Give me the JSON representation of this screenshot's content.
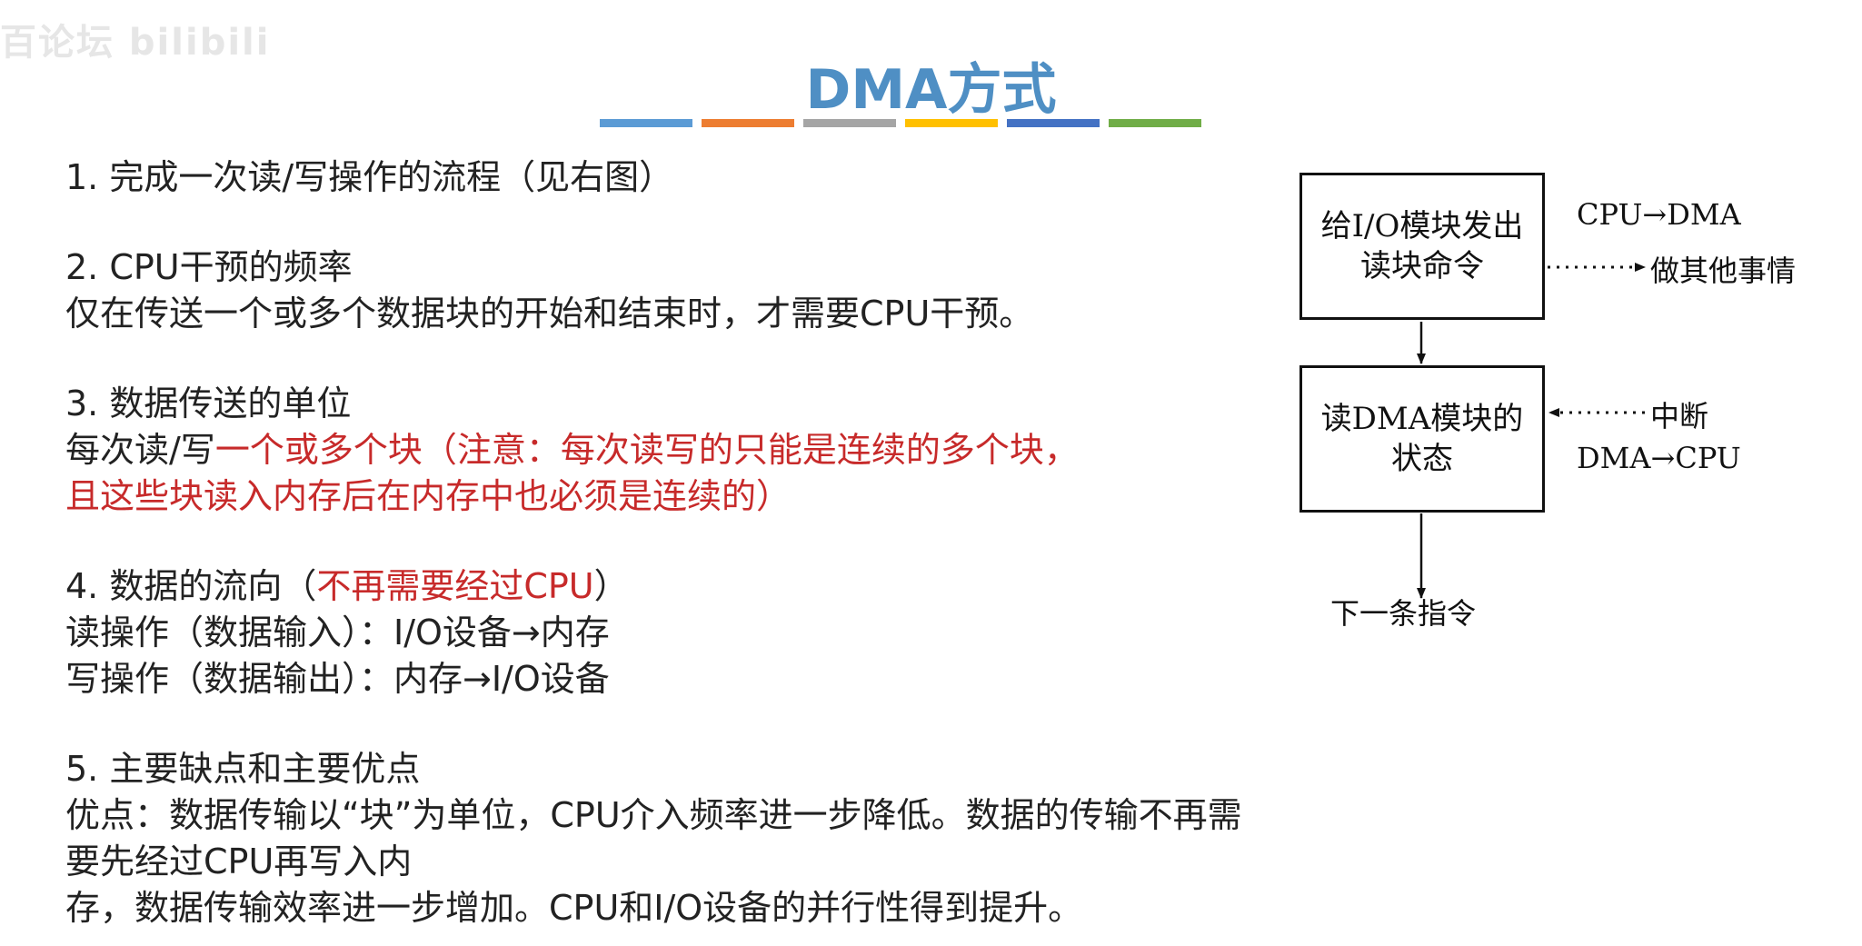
{
  "watermark": "百论坛 bilibili",
  "title": "DMA方式",
  "stripe_colors": [
    "#5b9bd5",
    "#ed7d31",
    "#a5a5a5",
    "#ffc000",
    "#4472c4",
    "#70ad47"
  ],
  "sections": {
    "s1": {
      "heading": "1. 完成一次读/写操作的流程（见右图）"
    },
    "s2": {
      "heading": "2. CPU干预的频率",
      "body": "仅在传送一个或多个数据块的开始和结束时，才需要CPU干预。"
    },
    "s3": {
      "heading": "3. 数据传送的单位",
      "body_prefix": "每次读/写",
      "body_red_1": "一个或多个块（注意：每次读写的只能是连续的多个块，",
      "body_red_2": "且这些块读入内存后在内存中也必须是连续的）"
    },
    "s4": {
      "heading_prefix": "4. 数据的流向（",
      "heading_red": "不再需要经过CPU",
      "heading_suffix": "）",
      "read_line": "读操作（数据输入）：I/O设备→内存",
      "write_line": "写操作（数据输出）：内存→I/O设备"
    },
    "s5": {
      "heading": "5. 主要缺点和主要优点",
      "body_1": "优点：数据传输以“块”为单位，CPU介入频率进一步降低。数据的传输不再需要先经过CPU再写入内",
      "body_2": "存，数据传输效率进一步增加。CPU和I/O设备的并行性得到提升。"
    }
  },
  "diagram": {
    "box1_line1": "给I/O模块发出",
    "box1_line2": "读块命令",
    "box2_line1": "读DMA模块的",
    "box2_line2": "状态",
    "cpu_to_dma": "CPU→DMA",
    "do_other": "做其他事情",
    "interrupt": "中断",
    "dma_to_cpu": "DMA→CPU",
    "next_instruction": "下一条指令"
  }
}
